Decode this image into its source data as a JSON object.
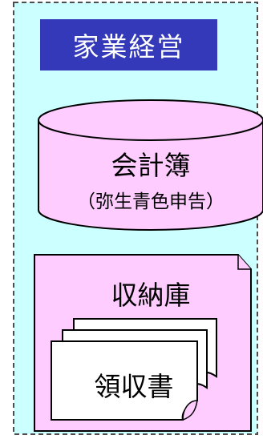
{
  "colors": {
    "panel_fill": "#ccffff",
    "panel_border": "#4d4d4d",
    "title_fill": "#3339b8",
    "title_text": "#ffffff",
    "pink_fill": "#ffccff",
    "outline": "#000000",
    "document_fill": "#ffffff"
  },
  "title": "家業経営",
  "database": {
    "label": "会計簿",
    "sublabel": "（弥生青色申告）"
  },
  "storage": {
    "label": "収納庫",
    "receipts_label": "領収書"
  }
}
